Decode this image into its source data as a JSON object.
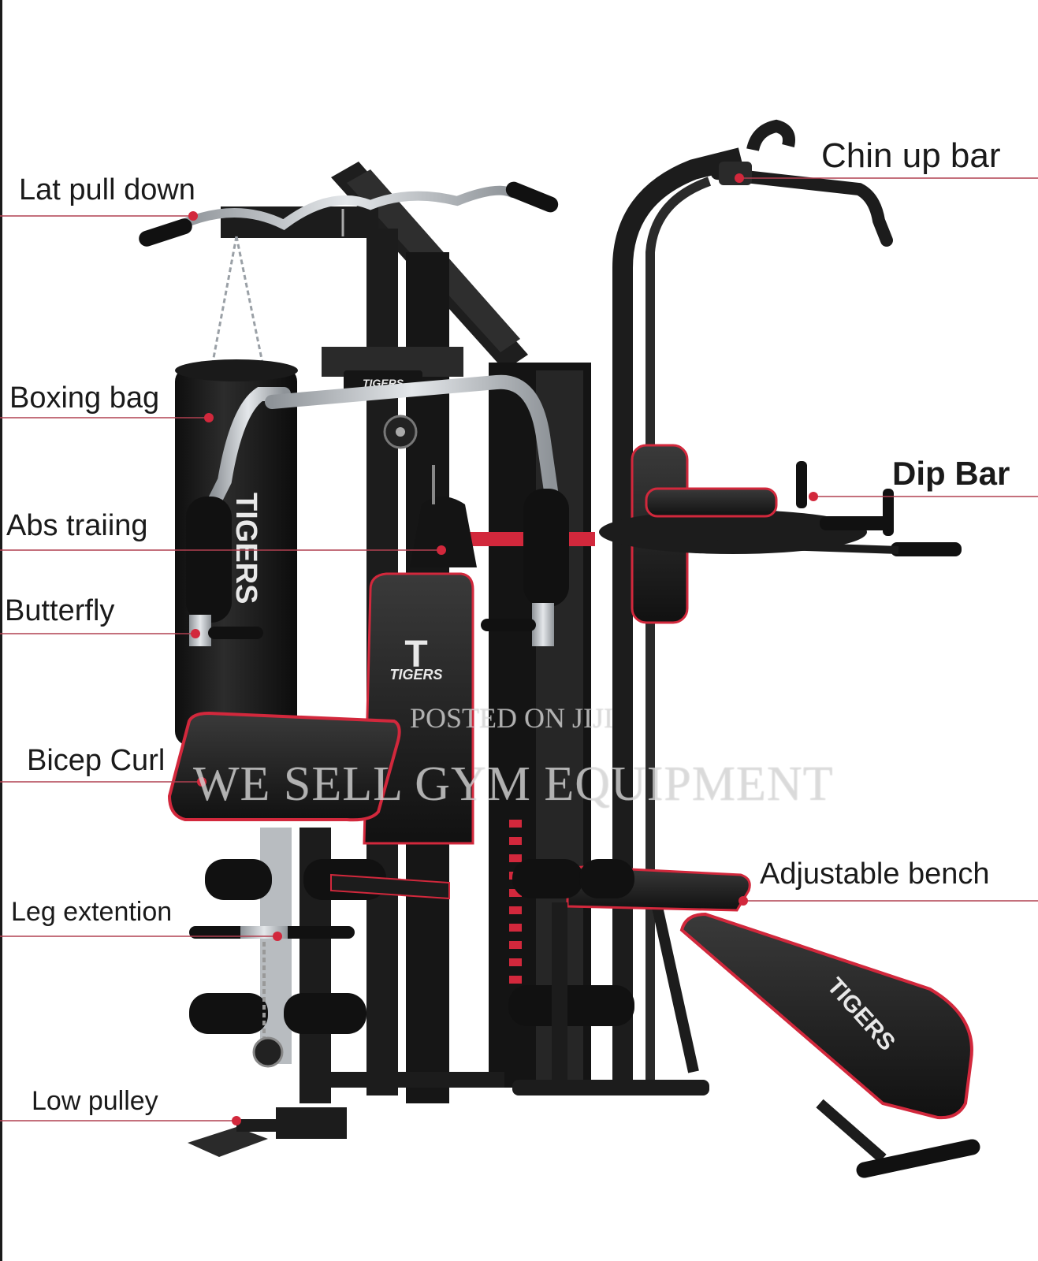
{
  "labels": {
    "lat_pull_down": "Lat pull down",
    "boxing_bag": "Boxing bag",
    "abs_training": "Abs traiing",
    "butterfly": "Butterfly",
    "bicep_curl": "Bicep Curl",
    "leg_extension": "Leg extention",
    "low_pulley": "Low pulley",
    "chin_up_bar": "Chin up bar",
    "dip_bar": "Dip Bar",
    "adjustable_bench": "Adjustable bench"
  },
  "brand": {
    "seat_logo": "TIGERS",
    "seat_mark": "T",
    "bag_logo": "TIGERS",
    "bench_logo": "TIGERS",
    "top_plate_logo": "TIGERS"
  },
  "watermark": {
    "small": "POSTED ON JIJI",
    "large": "WE SELL GYM EQUIPMENT"
  },
  "colors": {
    "frame": "#1c1c1c",
    "accent": "#d2283c",
    "chrome": "#b8bcc0",
    "callout_line": "#b04050"
  }
}
